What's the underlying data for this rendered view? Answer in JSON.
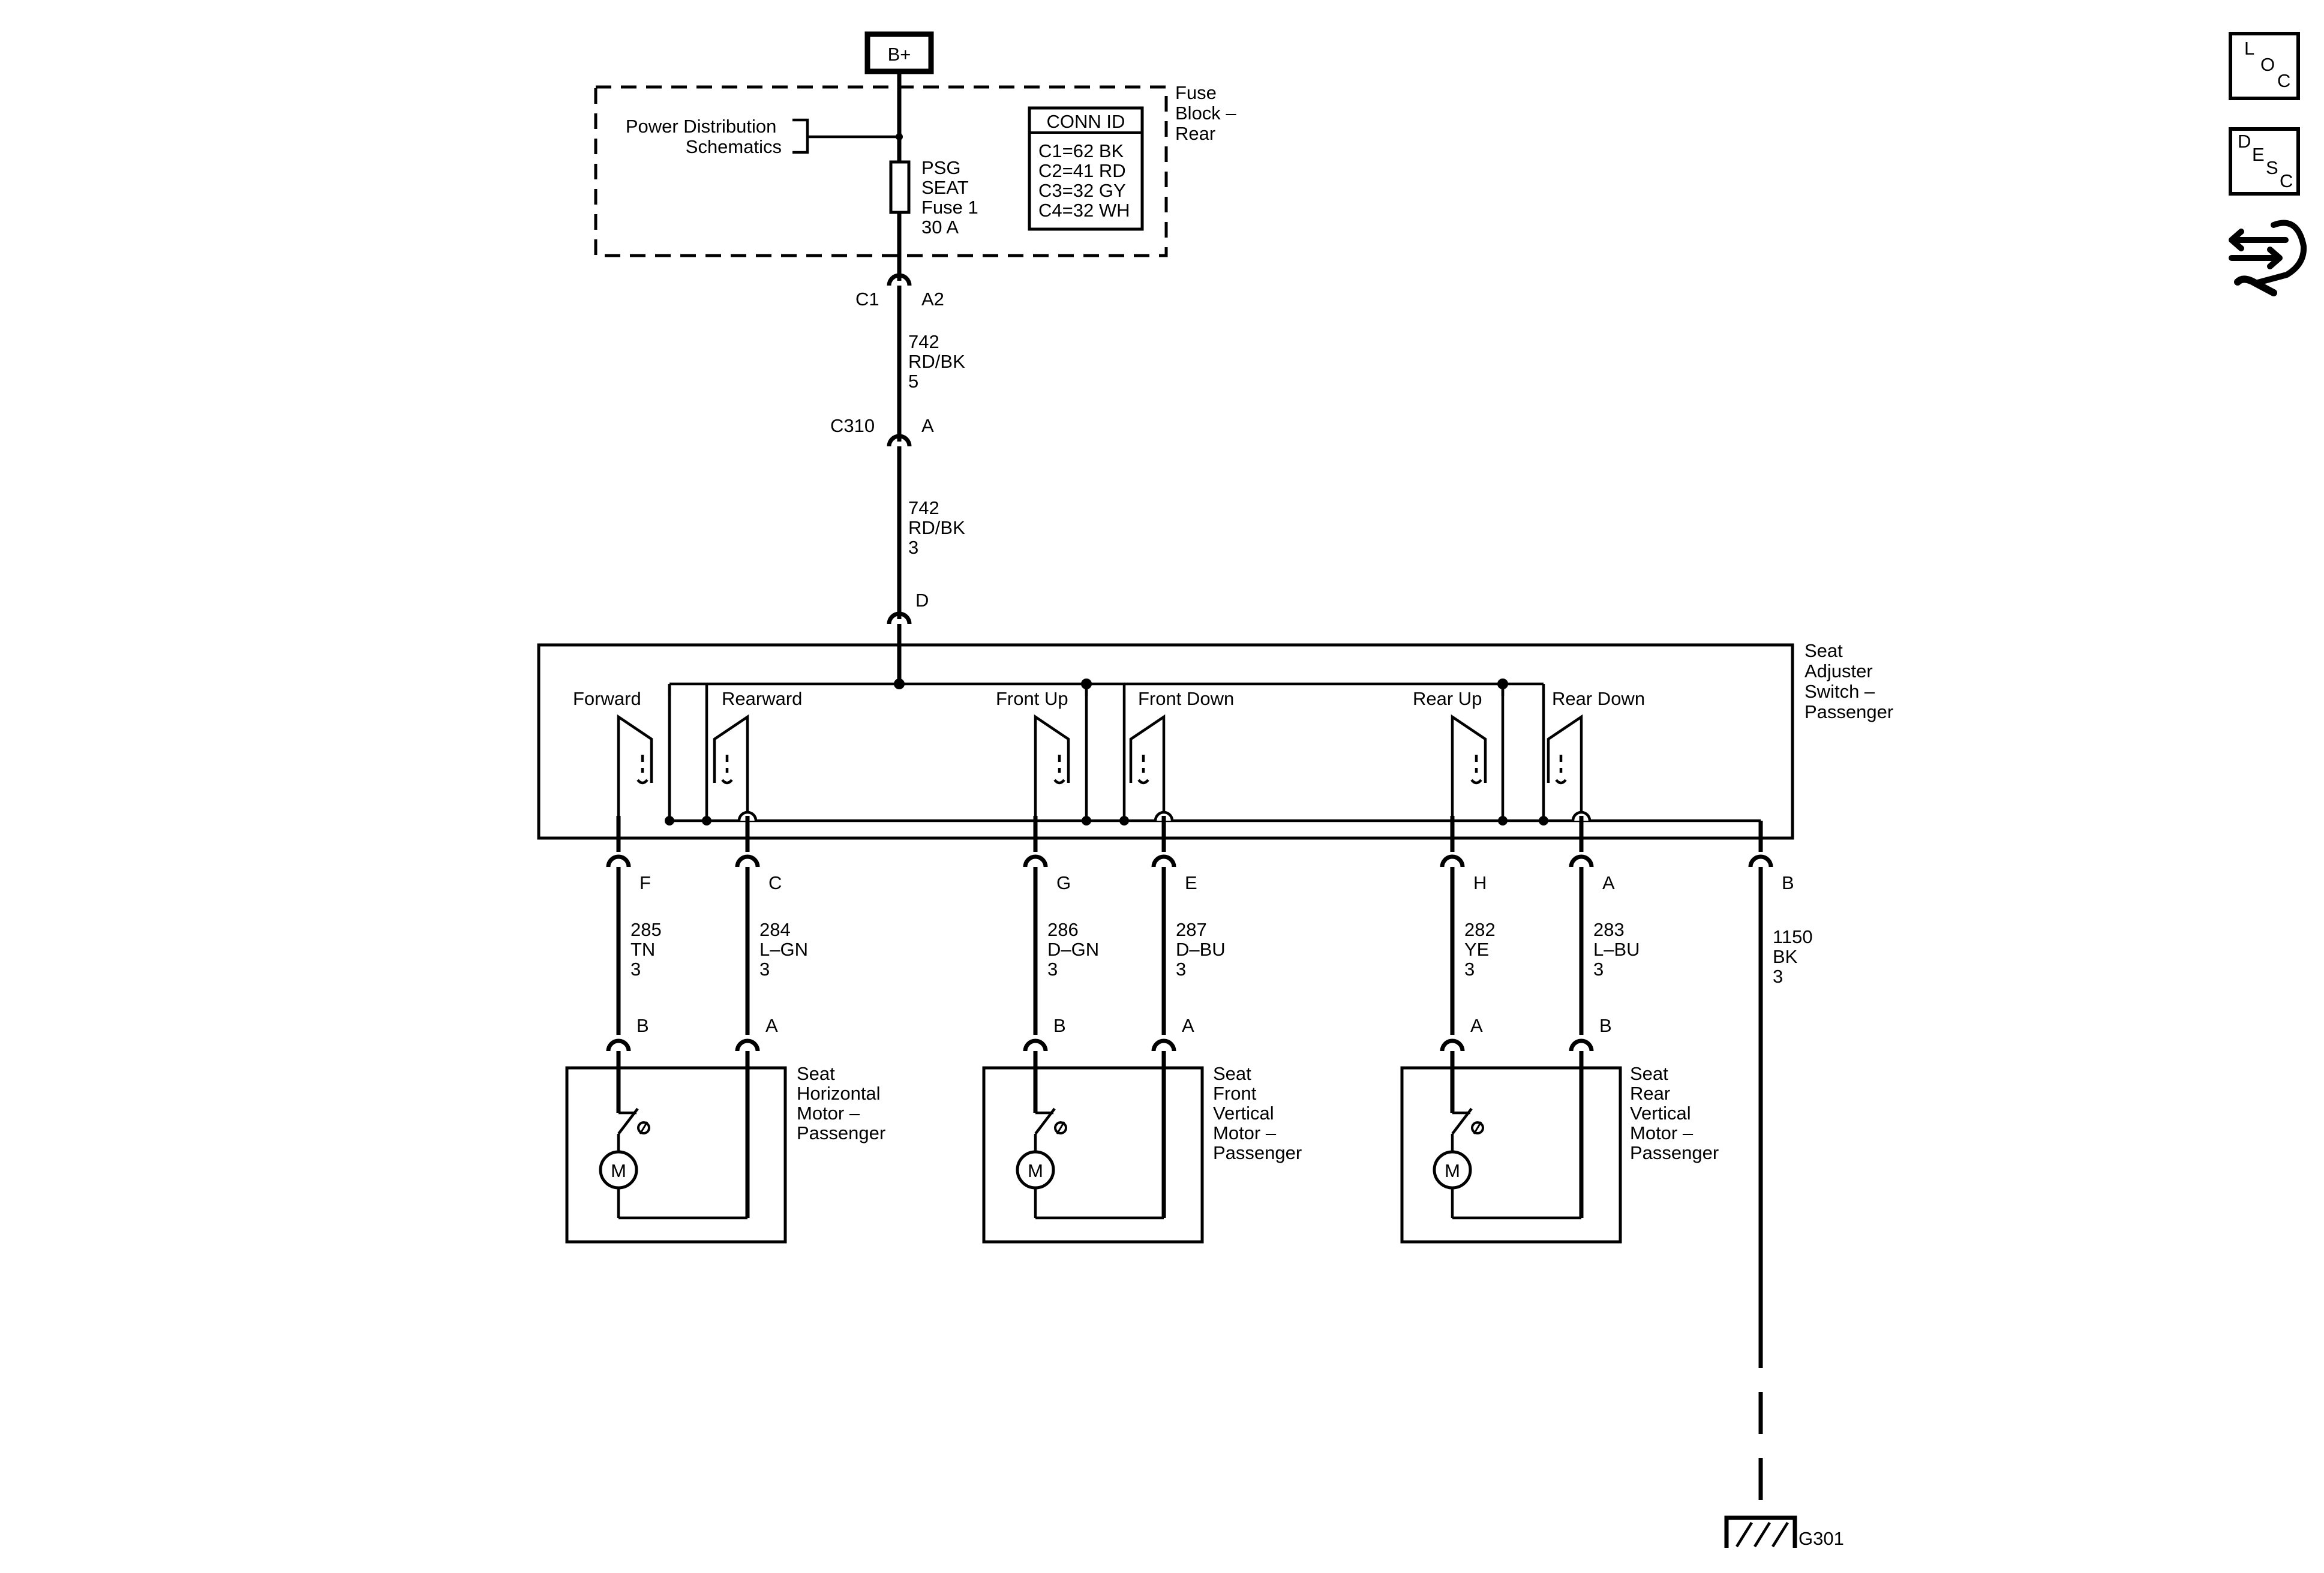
{
  "battery": "B+",
  "fuse_block": {
    "name": [
      "Fuse",
      "Block –",
      "Rear"
    ],
    "power_ref": [
      "Power Distribution",
      "Schematics"
    ],
    "fuse": [
      "PSG",
      "SEAT",
      "Fuse 1",
      "30 A"
    ],
    "conn_id": {
      "title": "CONN ID",
      "rows": [
        "C1=62 BK",
        "C2=41 RD",
        "C3=32 GY",
        "C4=32 WH"
      ]
    }
  },
  "connectors": {
    "fuse_out_left": "C1",
    "fuse_out_right": "A2",
    "inline_name": "C310",
    "inline_pin": "A",
    "switch_in": "D"
  },
  "wires": {
    "feed1": [
      "742",
      "RD/BK",
      "5"
    ],
    "feed2": [
      "742",
      "RD/BK",
      "3"
    ]
  },
  "switch": {
    "name": [
      "Seat",
      "Adjuster",
      "Switch –",
      "Passenger"
    ],
    "positions": [
      "Forward",
      "Rearward",
      "Front Up",
      "Front Down",
      "Rear Up",
      "Rear Down"
    ],
    "pins": [
      "F",
      "C",
      "G",
      "E",
      "H",
      "A",
      "B"
    ],
    "pin_wires": [
      [
        "285",
        "TN",
        "3"
      ],
      [
        "284",
        "L–GN",
        "3"
      ],
      [
        "286",
        "D–GN",
        "3"
      ],
      [
        "287",
        "D–BU",
        "3"
      ],
      [
        "282",
        "YE",
        "3"
      ],
      [
        "283",
        "L–BU",
        "3"
      ],
      [
        "1150",
        "BK",
        "3"
      ]
    ]
  },
  "motors": [
    {
      "name": [
        "Seat",
        "Horizontal",
        "Motor –",
        "Passenger"
      ],
      "pins": [
        "B",
        "A"
      ],
      "symbol": "M"
    },
    {
      "name": [
        "Seat",
        "Front",
        "Vertical",
        "Motor –",
        "Passenger"
      ],
      "pins": [
        "B",
        "A"
      ],
      "symbol": "M"
    },
    {
      "name": [
        "Seat",
        "Rear",
        "Vertical",
        "Motor –",
        "Passenger"
      ],
      "pins": [
        "A",
        "B"
      ],
      "symbol": "M"
    }
  ],
  "ground": "G301",
  "side_icons": {
    "loc": [
      "L",
      "O",
      "C"
    ],
    "desc": [
      "D",
      "E",
      "S",
      "C"
    ],
    "icon3": "wiring-harness-icon"
  }
}
